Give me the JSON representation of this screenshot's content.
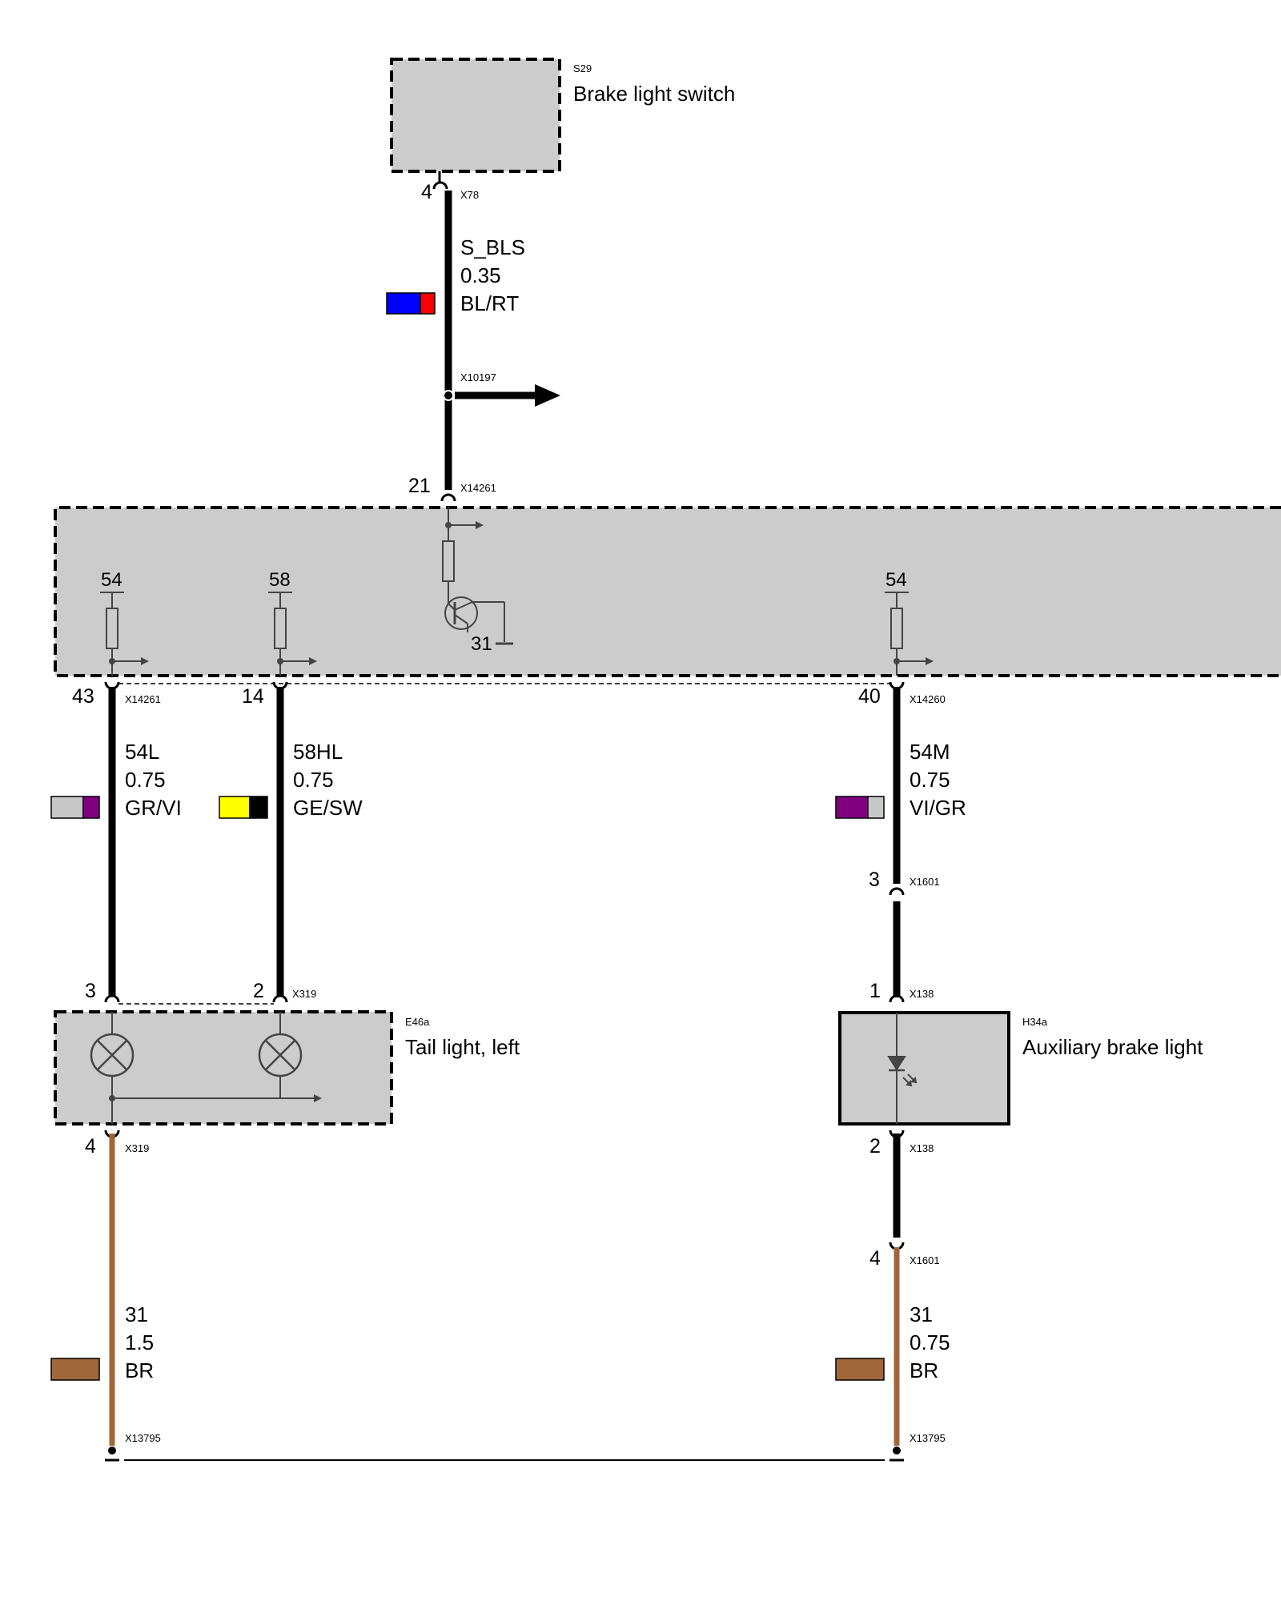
{
  "components": {
    "s29": {
      "code": "S29",
      "title": "Brake light switch"
    },
    "e46a": {
      "code": "E46a",
      "title": "Tail light, left"
    },
    "h34a": {
      "code": "H34a",
      "title": "Auxiliary brake light"
    }
  },
  "module": {
    "fuse_left": "54",
    "fuse_mid": "58",
    "fuse_right": "54",
    "ground": "31"
  },
  "pins": {
    "s29_out": "4",
    "module_in": "21",
    "module_out1": "43",
    "module_out2": "14",
    "module_out3": "40",
    "tail_in1": "3",
    "tail_in2": "2",
    "tail_out": "4",
    "x1601_in": "3",
    "aux_in": "1",
    "aux_out": "2",
    "x1601_out": "4"
  },
  "connectors": {
    "x78": "X78",
    "x10197": "X10197",
    "x14261_top": "X14261",
    "x14261_bot": "X14261",
    "x14260": "X14260",
    "x319_top": "X319",
    "x319_bot": "X319",
    "x1601_top": "X1601",
    "x138_top": "X138",
    "x138_bot": "X138",
    "x1601_bot": "X1601",
    "x13795_left": "X13795",
    "x13795_right": "X13795"
  },
  "wires": {
    "s_bls": {
      "signal": "S_BLS",
      "gauge": "0.35",
      "color": "BL/RT",
      "swatch": [
        "#0000ff",
        "#ff0000"
      ]
    },
    "w54l": {
      "signal": "54L",
      "gauge": "0.75",
      "color": "GR/VI",
      "swatch": [
        "#c8c8c8",
        "#800080"
      ]
    },
    "w58hl": {
      "signal": "58HL",
      "gauge": "0.75",
      "color": "GE/SW",
      "swatch": [
        "#ffff00",
        "#000000"
      ]
    },
    "w54m": {
      "signal": "54M",
      "gauge": "0.75",
      "color": "VI/GR",
      "swatch": [
        "#800080",
        "#c8c8c8"
      ]
    },
    "w31_left": {
      "signal": "31",
      "gauge": "1.5",
      "color": "BR",
      "swatch": [
        "#a0683a"
      ]
    },
    "w31_right": {
      "signal": "31",
      "gauge": "0.75",
      "color": "BR",
      "swatch": [
        "#a0683a"
      ]
    }
  },
  "colors": {
    "component_fill": "#cccccc",
    "wire_black": "#000000",
    "wire_brown": "#a0683a",
    "symbol_gray": "#444444"
  }
}
